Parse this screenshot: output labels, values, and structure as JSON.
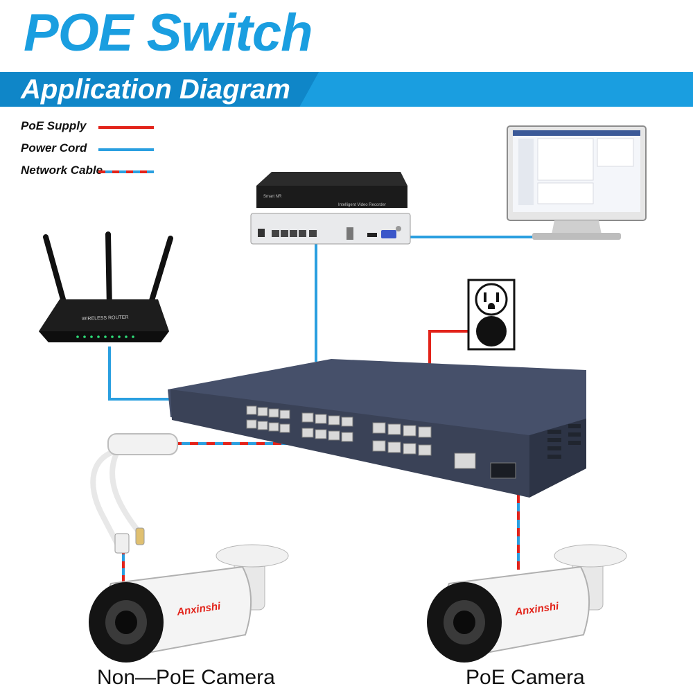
{
  "header": {
    "title": "POE Switch",
    "subtitle": "Application Diagram"
  },
  "legend": [
    {
      "label": "PoE Supply",
      "style": "solid",
      "color": "#e2231a"
    },
    {
      "label": "Power Cord",
      "style": "solid",
      "color": "#2a9fe0"
    },
    {
      "label": "Network Cable",
      "style": "dashed",
      "colors": [
        "#e2231a",
        "#2a9fe0"
      ]
    }
  ],
  "devices": {
    "router_text": "WIRELESS ROUTER",
    "nvr_text": "Intelligent Video Recorder",
    "nvr_top_text": "Smart NR",
    "camera_brand": "Anxinshi"
  },
  "cameras": {
    "non_poe_label": "Non—PoE Camera",
    "poe_label": "PoE Camera"
  },
  "colors": {
    "brand_blue": "#1a9ee0",
    "poe_red": "#e2231a",
    "cable_blue": "#2a9fe0"
  }
}
